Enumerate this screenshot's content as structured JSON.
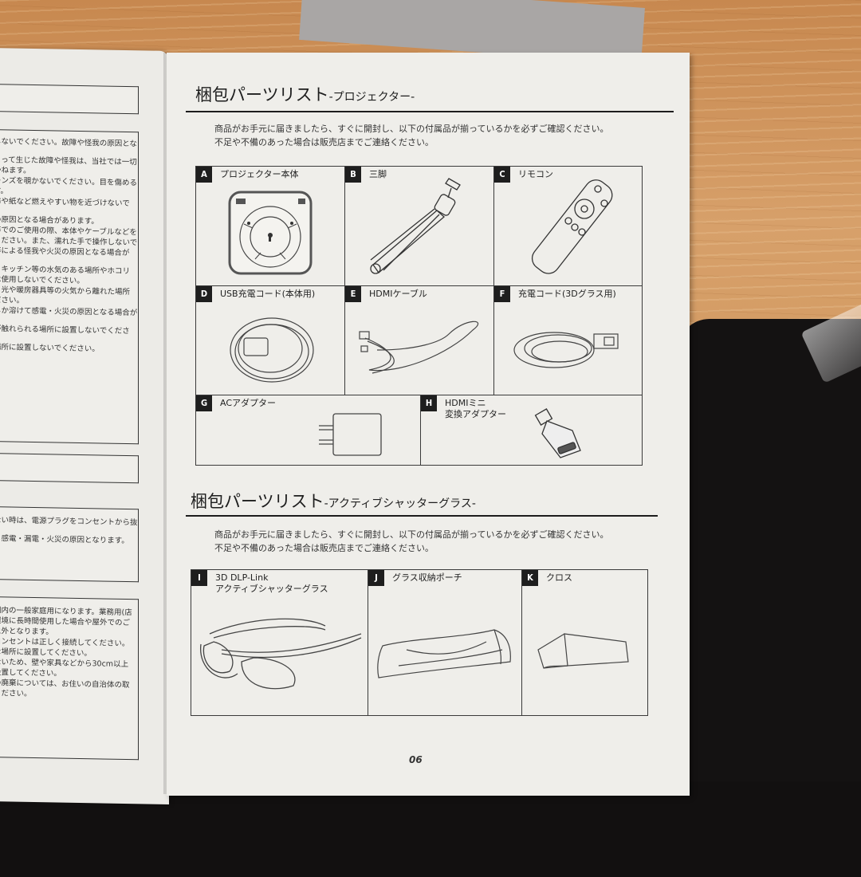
{
  "scene": {
    "description": "Open instruction booklet on wooden table and black cloth"
  },
  "left_page": {
    "box1_lines": [
      "しないでください。故障や怪我の原因とな",
      "",
      "よって生じた故障や怪我は、当社では一切",
      "かねます。",
      "レンズを覗かないでください。目を傷める",
      "す。",
      "布や紙など燃えやすい物を近づけないで",
      "",
      "の原因となる場合があります。",
      "等でのご使用の際、本体やケーブルなどを",
      "ください。また、濡れた手で操作しないで",
      "等による怪我や火災の原因となる場合が",
      "",
      "、キッチン等の水気のある場所やホコリ",
      "は使用しないでください。",
      "日光や暖房器具等の火気から離れた場所",
      "ださい。",
      "しか溶けて感電・火災の原因となる場合が",
      "",
      "が触れられる場所に設置しないでくださ",
      "",
      "場所に設置しないでください。"
    ],
    "box2_lines": [
      "ない時は、電源プラグをコンセントから抜",
      "",
      "ら感電・漏電・火災の原因となります。"
    ],
    "box3_lines": [
      "国内の一般家庭用になります。業務用(店",
      "環境に長時間使用した場合や屋外でのご",
      "象外となります。",
      "コンセントは正しく接続してください。",
      "な場所に設置してください。",
      "ないため、壁や家具などから30cm以上",
      "設置してください。",
      "の廃棄については、お住いの自治体の取",
      "ください。"
    ]
  },
  "right_page": {
    "section1": {
      "title": "梱包パーツリスト",
      "subtitle": "-プロジェクター-",
      "intro_line1": "商品がお手元に届きましたら、すぐに開封し、以下の付属品が揃っているかを必ずご確認ください。",
      "intro_line2": "不足や不備のあった場合は販売店までご連絡ください。",
      "items": [
        {
          "letter": "A",
          "label": "プロジェクター本体",
          "icon": "projector-icon"
        },
        {
          "letter": "B",
          "label": "三脚",
          "icon": "tripod-icon"
        },
        {
          "letter": "C",
          "label": "リモコン",
          "icon": "remote-control-icon"
        },
        {
          "letter": "D",
          "label": "USB充電コード(本体用)",
          "icon": "usb-cable-icon"
        },
        {
          "letter": "E",
          "label": "HDMIケーブル",
          "icon": "hdmi-cable-icon"
        },
        {
          "letter": "F",
          "label": "充電コード(3Dグラス用)",
          "icon": "charging-cable-icon"
        },
        {
          "letter": "G",
          "label": "ACアダプター",
          "icon": "ac-adapter-icon"
        },
        {
          "letter": "H",
          "label": "HDMIミニ\n変換アダプター",
          "icon": "mini-hdmi-adapter-icon"
        }
      ]
    },
    "section2": {
      "title": "梱包パーツリスト",
      "subtitle": "-アクティブシャッターグラス-",
      "intro_line1": "商品がお手元に届きましたら、すぐに開封し、以下の付属品が揃っているかを必ずご確認ください。",
      "intro_line2": "不足や不備のあった場合は販売店までご連絡ください。",
      "items": [
        {
          "letter": "I",
          "label": "3D DLP-Link\nアクティブシャッターグラス",
          "icon": "3d-glasses-icon"
        },
        {
          "letter": "J",
          "label": "グラス収納ポーチ",
          "icon": "pouch-icon"
        },
        {
          "letter": "K",
          "label": "クロス",
          "icon": "cloth-icon"
        }
      ]
    },
    "page_number": "06"
  }
}
